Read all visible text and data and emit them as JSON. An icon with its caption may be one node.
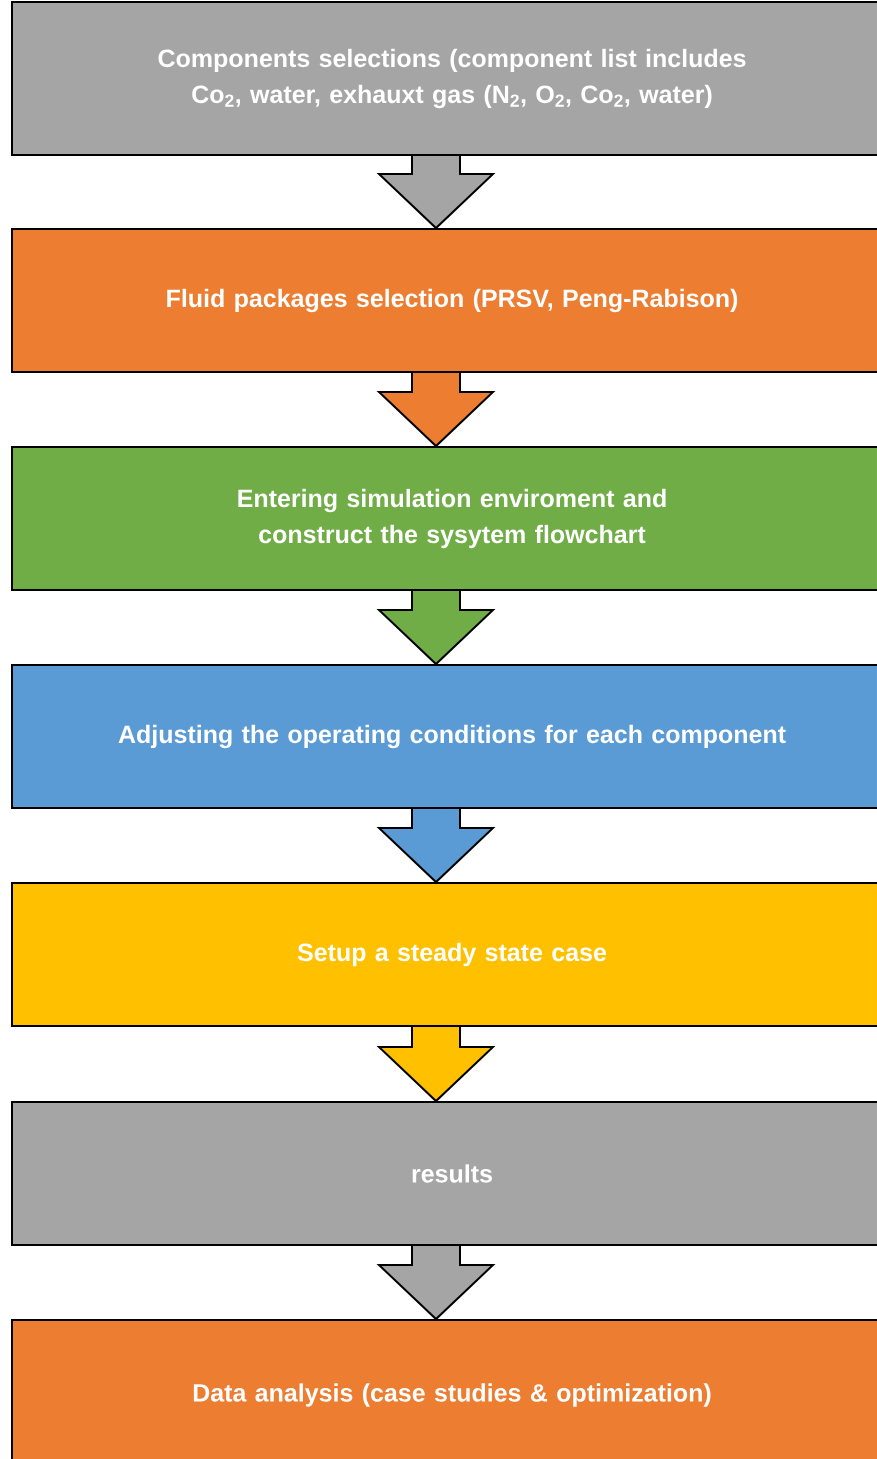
{
  "diagram": {
    "nodes": [
      {
        "text": [
          "Components selections (component list includes Co$_{2}$, water, exhauxt gas (N$_{2}$, O$_{2}$, Co$_{2}$, water)"
        ]
      },
      {
        "text": [
          "Fluid packages selection (PRSV, Peng-Rabison)"
        ]
      },
      {
        "text": [
          "Entering simulation enviroment and construct the sysytem flowchart"
        ]
      },
      {
        "text": [
          "Adjusting the operating conditions for each component"
        ]
      },
      {
        "text": [
          "Setup a steady state case"
        ]
      },
      {
        "text": [
          "results"
        ]
      },
      {
        "text": [
          "Data analysis (case studies & optimization)"
        ]
      }
    ],
    "edges": [
      {
        "from": 0,
        "to": 1,
        "arrow": "to"
      },
      {
        "from": 1,
        "to": 2,
        "arrow": "to"
      },
      {
        "from": 2,
        "to": 3,
        "arrow": "to"
      },
      {
        "from": 3,
        "to": 4,
        "arrow": "to"
      },
      {
        "from": 4,
        "to": 5,
        "arrow": "to"
      },
      {
        "from": 5,
        "to": 6,
        "arrow": "to"
      }
    ]
  }
}
